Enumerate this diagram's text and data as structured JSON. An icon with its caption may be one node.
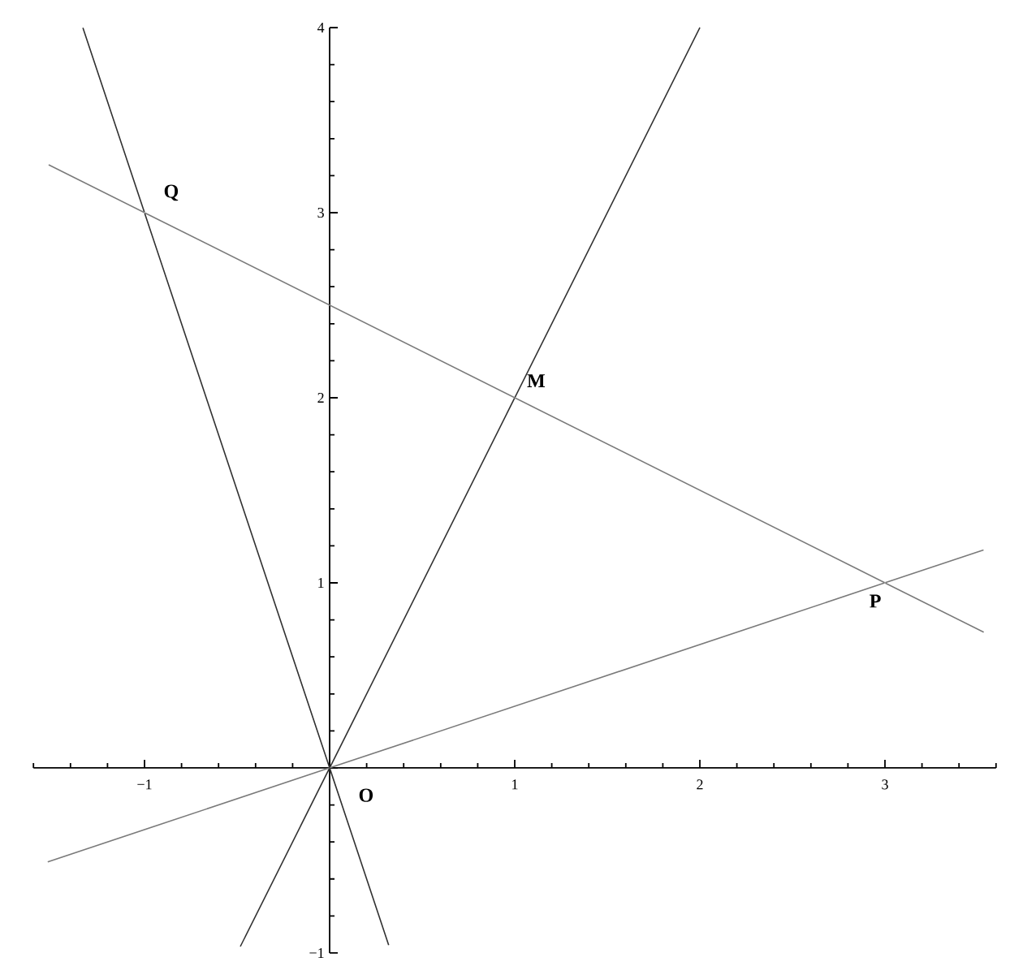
{
  "diagram": {
    "nodes": [
      {
        "text": [
          "O"
        ]
      },
      {
        "text": [
          "Q"
        ]
      },
      {
        "text": [
          "M"
        ]
      },
      {
        "text": [
          "P"
        ]
      }
    ],
    "edges": [
      {
        "from": 0,
        "to": 1,
        "arrow": "none"
      },
      {
        "from": 0,
        "to": 2,
        "arrow": "none"
      },
      {
        "from": 0,
        "to": 3,
        "arrow": "none",
        "color": "#7a7a7a"
      },
      {
        "from": 1,
        "to": 3,
        "arrow": "none",
        "color": "#7a7a7a"
      }
    ],
    "labels": [
      "4",
      "3",
      "2",
      "1",
      "−1",
      "1",
      "2",
      "3",
      "−1"
    ]
  }
}
